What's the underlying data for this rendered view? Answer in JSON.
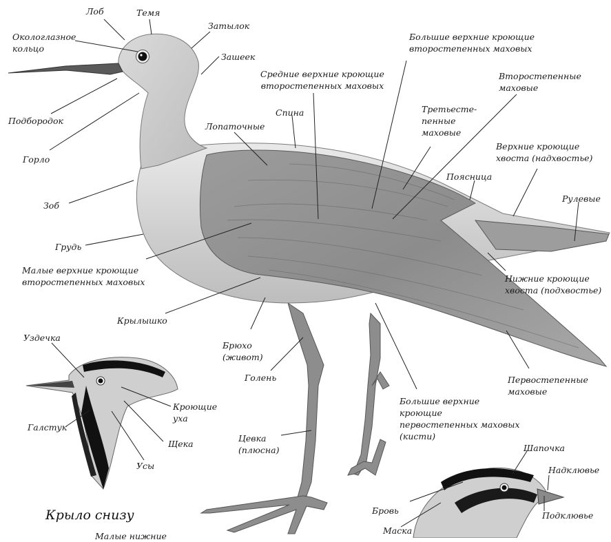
{
  "labels": {
    "forehead": "Лоб",
    "crown": "Темя",
    "nape": "Затылок",
    "eye_ring": "Окологлазное\nкольцо",
    "hindneck": "Зашеек",
    "chin": "Подбородок",
    "throat": "Горло",
    "crop": "Зоб",
    "breast": "Грудь",
    "scapulars": "Лопаточные",
    "back": "Спина",
    "median_secondary_coverts": "Средние верхние кроющие\nвторостепенных маховых",
    "greater_secondary_coverts": "Большие верхние кроющие\nвторостепенных маховых",
    "secondaries": "Второстепенные\nмаховые",
    "tertials": "Третьесте-\nпенные\nмаховые",
    "uppertail_coverts": "Верхние кроющие\nхвоста (надхвостье)",
    "rump": "Поясница",
    "rectrices": "Рулевые",
    "lesser_secondary_coverts": "Малые верхние кроющие\nвторостепенных маховых",
    "undertail_coverts": "Нижние кроющие\nхвоста (подхвостье)",
    "alula": "Крылышко",
    "belly": "Брюхо\n(живот)",
    "tibia": "Голень",
    "primaries": "Первостепенные\nмаховые",
    "greater_primary_coverts": "Большие верхние\nкроющие\nпервостепенных маховых\n(кисти)",
    "tarsus": "Цевка\n(плюсна)",
    "lores": "Уздечка",
    "ear_coverts": "Кроющие\nуха",
    "tie": "Галстук",
    "cheek": "Щека",
    "whiskers": "Усы",
    "cap": "Шапочка",
    "culmen": "Надклювье",
    "brow": "Бровь",
    "lower_mandible": "Подклювье",
    "mask": "Маска",
    "underwing_heading": "Крыло снизу",
    "lesser_under_coverts_cut": "Малые нижние"
  },
  "colors": {
    "label_text": "#1a1a1a",
    "leader_line": "#222222",
    "plumage_light": "#e6e6e6",
    "plumage_mid": "#b4b4b4",
    "plumage_dark": "#7a7a7a",
    "ink_black": "#111111"
  }
}
